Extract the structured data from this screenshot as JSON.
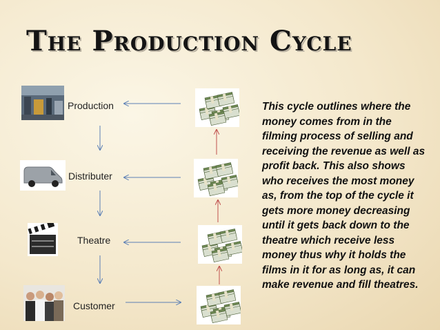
{
  "slide": {
    "title": "The Production Cycle",
    "stages": [
      {
        "label": "Production",
        "icon": "factory-photo-icon"
      },
      {
        "label": "Distributer",
        "icon": "van-photo-icon"
      },
      {
        "label": "Theatre",
        "icon": "clapperboard-icon"
      },
      {
        "label": "Customer",
        "icon": "crowd-photo-icon"
      }
    ],
    "money_icon": "money-stack-icon",
    "description": "This cycle outlines where the money comes from in the filming process of selling and receiving the revenue as well as profit back. This also shows who receives the most money as, from the top of the cycle it gets more money decreasing until it gets back down to the theatre which receive less money thus why it holds the films in it for as long as, it can make revenue and fill theatres."
  },
  "colors": {
    "arrow_blue": "#5b7fb5",
    "arrow_red": "#c0504d",
    "money_green": "#6f8a55"
  }
}
